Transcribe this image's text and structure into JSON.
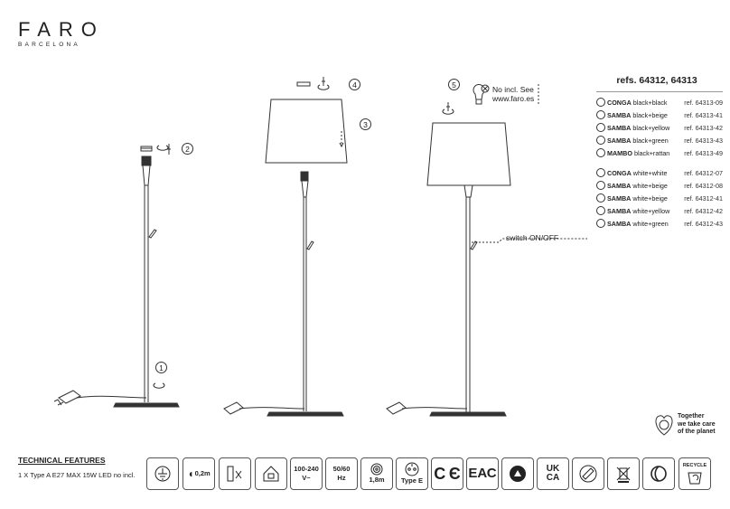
{
  "brand": {
    "name": "FARO",
    "tagline": "BARCELONA"
  },
  "refs": {
    "title": "refs. 64312, 64313",
    "black_group": [
      {
        "name": "CONGA",
        "colour": "black+black",
        "code": "ref. 64313-09"
      },
      {
        "name": "SAMBA",
        "colour": "black+beige",
        "code": "ref. 64313-41"
      },
      {
        "name": "SAMBA",
        "colour": "black+yellow",
        "code": "ref. 64313-42"
      },
      {
        "name": "SAMBA",
        "colour": "black+green",
        "code": "ref. 64313-43"
      },
      {
        "name": "MAMBO",
        "colour": "black+rattan",
        "code": "ref. 64313-49"
      }
    ],
    "white_group": [
      {
        "name": "CONGA",
        "colour": "white+white",
        "code": "ref. 64312-07"
      },
      {
        "name": "SAMBA",
        "colour": "white+beige",
        "code": "ref. 64312-08"
      },
      {
        "name": "SAMBA",
        "colour": "white+beige",
        "code": "ref. 64312-41"
      },
      {
        "name": "SAMBA",
        "colour": "white+yellow",
        "code": "ref. 64312-42"
      },
      {
        "name": "SAMBA",
        "colour": "white+green",
        "code": "ref. 64312-43"
      }
    ]
  },
  "steps": {
    "s1": "1",
    "s2": "2",
    "s3": "3",
    "s4": "4",
    "s5": "5"
  },
  "callouts": {
    "bulb_line1": "No incl. See",
    "bulb_line2": "www.faro.es",
    "switch": "switch ON/OFF"
  },
  "technical": {
    "heading": "TECHNICAL FEATURES",
    "detail": "1 X Type A E27 MAX 15W LED no incl."
  },
  "icons": {
    "distance": "0,2m",
    "voltage_line1": "100-240",
    "voltage_line2": "V~",
    "freq_line1": "50/60",
    "freq_line2": "Hz",
    "cable": "1,8m",
    "plug": "Type E",
    "ukca_line1": "UK",
    "ukca_line2": "CA",
    "recycle_label": "RECYCLE"
  },
  "planet": {
    "line1": "Together",
    "line2": "we take care",
    "line3": "of the planet"
  }
}
